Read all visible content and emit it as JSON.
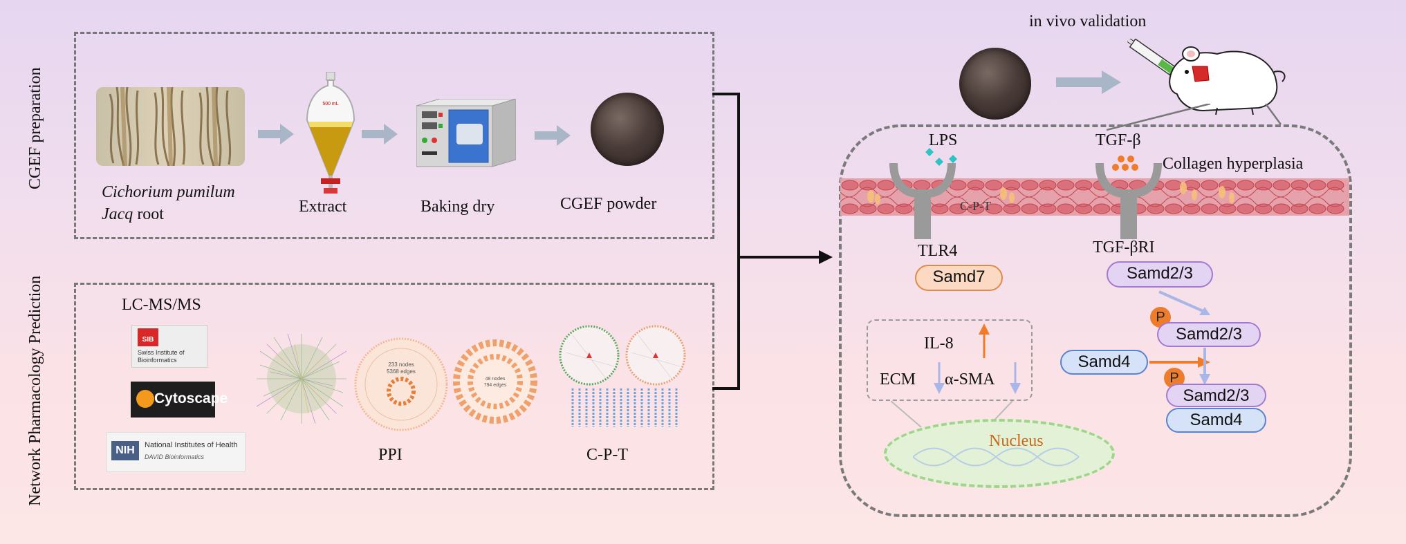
{
  "sections": {
    "top_label": "CGEF preparation",
    "bottom_label": "Network Pharmacology Prediction"
  },
  "preparation": {
    "root_caption_italic": "Cichorium pumilum",
    "root_caption_line2_italic": "Jacq",
    "root_caption_line2_rest": " root",
    "extract": "Extract",
    "baking": "Baking dry",
    "powder": "CGEF powder",
    "funnel_label": "500 mL"
  },
  "network": {
    "lcms": "LC-MS/MS",
    "sib_line1": "Swiss Institute of",
    "sib_line2": "Bioinformatics",
    "sib_mark": "SIB",
    "cytoscape": "Cytoscape",
    "nih_mark": "NIH",
    "nih_line1": "National Institutes of Health",
    "nih_line2": "DAVID Bioinformatics",
    "ppi": "PPI",
    "cpt": "C-P-T",
    "ppi_circle1_l1": "233 nodes",
    "ppi_circle1_l2": "5368 edges",
    "ppi_circle2_l1": "48 nodes",
    "ppi_circle2_l2": "794 edges"
  },
  "validation": {
    "title": "in vivo validation"
  },
  "cell": {
    "lps": "LPS",
    "tgfb": "TGF-β",
    "collagen": "Collagen hyperplasia",
    "cpt_inline": "C-P-T",
    "tlr4": "TLR4",
    "tgfbri": "TGF-βRI",
    "samd7": "Samd7",
    "samd23_a": "Samd2/3",
    "samd23_b": "Samd2/3",
    "samd23_c": "Samd2/3",
    "samd4_left": "Samd4",
    "samd4_bottom": "Samd4",
    "p1": "P",
    "p2": "P",
    "il8": "IL-8",
    "ecm": "ECM",
    "asma": "α-SMA",
    "nucleus": "Nucleus"
  },
  "colors": {
    "dash": "#777777",
    "gray_arrow": "#a9b6c8",
    "orange": "#ef7c2b",
    "membrane": "#d9707a",
    "nucleus_fill": "#e3f2d6",
    "nucleus_border": "#9fd58a"
  }
}
